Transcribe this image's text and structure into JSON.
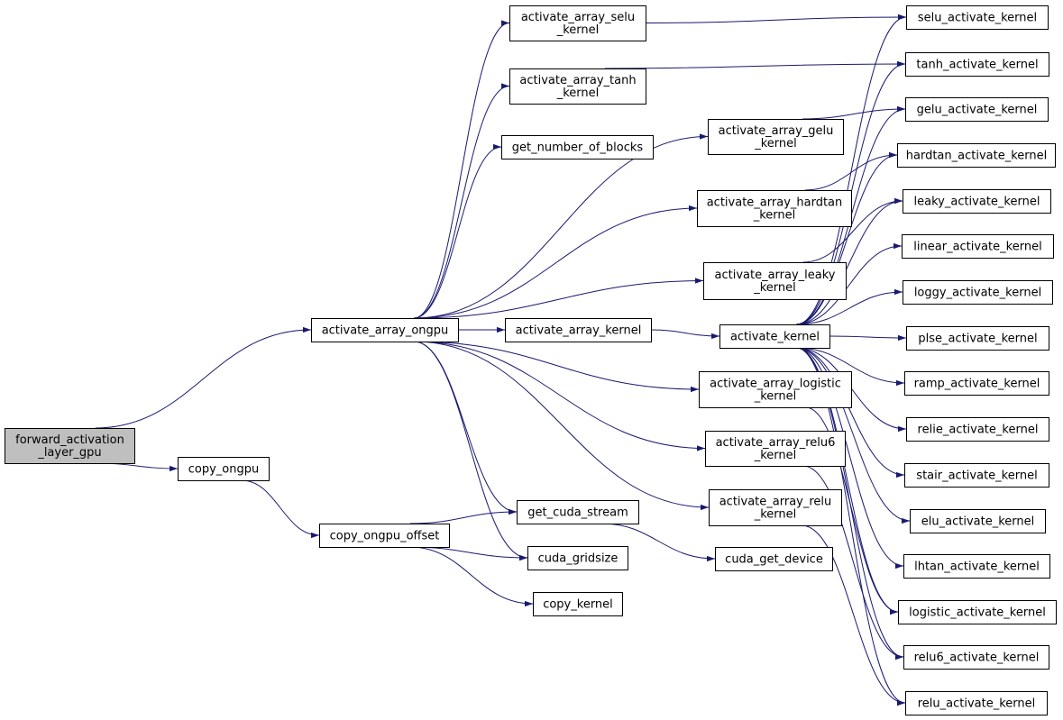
{
  "colors": {
    "edge": "#191970",
    "node_border": "#000000",
    "node_fill": "#ffffff",
    "root_fill": "#bfbfbf"
  },
  "nodes": [
    {
      "id": "forward_activation_layer_gpu",
      "lines": [
        "forward_activation",
        "_layer_gpu"
      ],
      "root": true
    },
    {
      "id": "activate_array_ongpu",
      "lines": [
        "activate_array_ongpu"
      ]
    },
    {
      "id": "copy_ongpu",
      "lines": [
        "copy_ongpu"
      ]
    },
    {
      "id": "copy_ongpu_offset",
      "lines": [
        "copy_ongpu_offset"
      ]
    },
    {
      "id": "activate_array_selu_kernel",
      "lines": [
        "activate_array_selu",
        "_kernel"
      ]
    },
    {
      "id": "activate_array_tanh_kernel",
      "lines": [
        "activate_array_tanh",
        "_kernel"
      ]
    },
    {
      "id": "get_number_of_blocks",
      "lines": [
        "get_number_of_blocks"
      ]
    },
    {
      "id": "activate_array_kernel",
      "lines": [
        "activate_array_kernel"
      ]
    },
    {
      "id": "get_cuda_stream",
      "lines": [
        "get_cuda_stream"
      ]
    },
    {
      "id": "cuda_gridsize",
      "lines": [
        "cuda_gridsize"
      ]
    },
    {
      "id": "copy_kernel",
      "lines": [
        "copy_kernel"
      ]
    },
    {
      "id": "activate_array_gelu_kernel",
      "lines": [
        "activate_array_gelu",
        "_kernel"
      ]
    },
    {
      "id": "activate_array_hardtan_kernel",
      "lines": [
        "activate_array_hardtan",
        "_kernel"
      ]
    },
    {
      "id": "activate_array_leaky_kernel",
      "lines": [
        "activate_array_leaky",
        "_kernel"
      ]
    },
    {
      "id": "activate_kernel",
      "lines": [
        "activate_kernel"
      ]
    },
    {
      "id": "activate_array_logistic_kernel",
      "lines": [
        "activate_array_logistic",
        "_kernel"
      ]
    },
    {
      "id": "activate_array_relu6_kernel",
      "lines": [
        "activate_array_relu6",
        "_kernel"
      ]
    },
    {
      "id": "activate_array_relu_kernel",
      "lines": [
        "activate_array_relu",
        "_kernel"
      ]
    },
    {
      "id": "cuda_get_device",
      "lines": [
        "cuda_get_device"
      ]
    },
    {
      "id": "selu_activate_kernel",
      "lines": [
        "selu_activate_kernel"
      ]
    },
    {
      "id": "tanh_activate_kernel",
      "lines": [
        "tanh_activate_kernel"
      ]
    },
    {
      "id": "gelu_activate_kernel",
      "lines": [
        "gelu_activate_kernel"
      ]
    },
    {
      "id": "hardtan_activate_kernel",
      "lines": [
        "hardtan_activate_kernel"
      ]
    },
    {
      "id": "leaky_activate_kernel",
      "lines": [
        "leaky_activate_kernel"
      ]
    },
    {
      "id": "linear_activate_kernel",
      "lines": [
        "linear_activate_kernel"
      ]
    },
    {
      "id": "loggy_activate_kernel",
      "lines": [
        "loggy_activate_kernel"
      ]
    },
    {
      "id": "plse_activate_kernel",
      "lines": [
        "plse_activate_kernel"
      ]
    },
    {
      "id": "ramp_activate_kernel",
      "lines": [
        "ramp_activate_kernel"
      ]
    },
    {
      "id": "relie_activate_kernel",
      "lines": [
        "relie_activate_kernel"
      ]
    },
    {
      "id": "stair_activate_kernel",
      "lines": [
        "stair_activate_kernel"
      ]
    },
    {
      "id": "elu_activate_kernel",
      "lines": [
        "elu_activate_kernel"
      ]
    },
    {
      "id": "lhtan_activate_kernel",
      "lines": [
        "lhtan_activate_kernel"
      ]
    },
    {
      "id": "logistic_activate_kernel",
      "lines": [
        "logistic_activate_kernel"
      ]
    },
    {
      "id": "relu6_activate_kernel",
      "lines": [
        "relu6_activate_kernel"
      ]
    },
    {
      "id": "relu_activate_kernel",
      "lines": [
        "relu_activate_kernel"
      ]
    }
  ],
  "edges": [
    {
      "from": "forward_activation_layer_gpu",
      "to": "activate_array_ongpu"
    },
    {
      "from": "forward_activation_layer_gpu",
      "to": "copy_ongpu"
    },
    {
      "from": "copy_ongpu",
      "to": "copy_ongpu_offset"
    },
    {
      "from": "copy_ongpu_offset",
      "to": "get_cuda_stream"
    },
    {
      "from": "copy_ongpu_offset",
      "to": "cuda_gridsize"
    },
    {
      "from": "copy_ongpu_offset",
      "to": "copy_kernel"
    },
    {
      "from": "get_cuda_stream",
      "to": "cuda_get_device"
    },
    {
      "from": "activate_array_ongpu",
      "to": "activate_array_selu_kernel"
    },
    {
      "from": "activate_array_ongpu",
      "to": "activate_array_tanh_kernel"
    },
    {
      "from": "activate_array_ongpu",
      "to": "get_number_of_blocks"
    },
    {
      "from": "activate_array_ongpu",
      "to": "activate_array_gelu_kernel"
    },
    {
      "from": "activate_array_ongpu",
      "to": "activate_array_hardtan_kernel"
    },
    {
      "from": "activate_array_ongpu",
      "to": "activate_array_leaky_kernel"
    },
    {
      "from": "activate_array_ongpu",
      "to": "activate_array_kernel"
    },
    {
      "from": "activate_array_ongpu",
      "to": "activate_array_logistic_kernel"
    },
    {
      "from": "activate_array_ongpu",
      "to": "activate_array_relu6_kernel"
    },
    {
      "from": "activate_array_ongpu",
      "to": "activate_array_relu_kernel"
    },
    {
      "from": "activate_array_ongpu",
      "to": "get_cuda_stream"
    },
    {
      "from": "activate_array_ongpu",
      "to": "cuda_gridsize"
    },
    {
      "from": "activate_array_kernel",
      "to": "activate_kernel"
    },
    {
      "from": "activate_array_selu_kernel",
      "to": "selu_activate_kernel"
    },
    {
      "from": "activate_array_tanh_kernel",
      "to": "tanh_activate_kernel"
    },
    {
      "from": "activate_array_gelu_kernel",
      "to": "gelu_activate_kernel"
    },
    {
      "from": "activate_array_hardtan_kernel",
      "to": "hardtan_activate_kernel"
    },
    {
      "from": "activate_array_leaky_kernel",
      "to": "leaky_activate_kernel"
    },
    {
      "from": "activate_array_logistic_kernel",
      "to": "logistic_activate_kernel"
    },
    {
      "from": "activate_array_relu6_kernel",
      "to": "relu6_activate_kernel"
    },
    {
      "from": "activate_array_relu_kernel",
      "to": "relu_activate_kernel"
    },
    {
      "from": "activate_kernel",
      "to": "selu_activate_kernel"
    },
    {
      "from": "activate_kernel",
      "to": "tanh_activate_kernel"
    },
    {
      "from": "activate_kernel",
      "to": "gelu_activate_kernel"
    },
    {
      "from": "activate_kernel",
      "to": "hardtan_activate_kernel"
    },
    {
      "from": "activate_kernel",
      "to": "leaky_activate_kernel"
    },
    {
      "from": "activate_kernel",
      "to": "linear_activate_kernel"
    },
    {
      "from": "activate_kernel",
      "to": "loggy_activate_kernel"
    },
    {
      "from": "activate_kernel",
      "to": "plse_activate_kernel"
    },
    {
      "from": "activate_kernel",
      "to": "ramp_activate_kernel"
    },
    {
      "from": "activate_kernel",
      "to": "relie_activate_kernel"
    },
    {
      "from": "activate_kernel",
      "to": "stair_activate_kernel"
    },
    {
      "from": "activate_kernel",
      "to": "elu_activate_kernel"
    },
    {
      "from": "activate_kernel",
      "to": "lhtan_activate_kernel"
    },
    {
      "from": "activate_kernel",
      "to": "logistic_activate_kernel"
    },
    {
      "from": "activate_kernel",
      "to": "relu6_activate_kernel"
    },
    {
      "from": "activate_kernel",
      "to": "relu_activate_kernel"
    }
  ]
}
